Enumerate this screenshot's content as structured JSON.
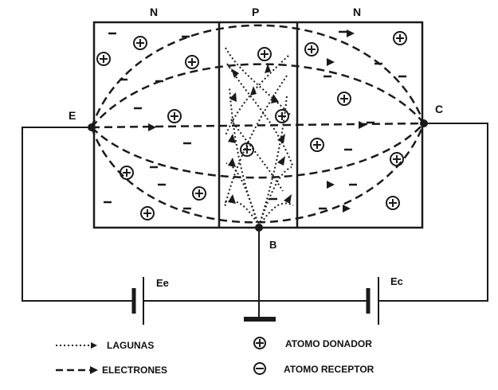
{
  "regions": {
    "left": "N",
    "middle": "P",
    "right": "N"
  },
  "terminals": {
    "emitter": "E",
    "base": "B",
    "collector": "C"
  },
  "batteries": {
    "emitter_battery": "Ee",
    "collector_battery": "Ec"
  },
  "legend": {
    "holes": "LAGUNAS",
    "electrons": "ELECTRONES",
    "donor": "ATOMO DONADOR",
    "acceptor": "ATOMO RECEPTOR"
  },
  "colors": {
    "ink": "#1a1a1a",
    "background": "#ffffff"
  },
  "icons": {
    "donor": "circled-plus-icon",
    "acceptor": "circled-minus-icon"
  }
}
